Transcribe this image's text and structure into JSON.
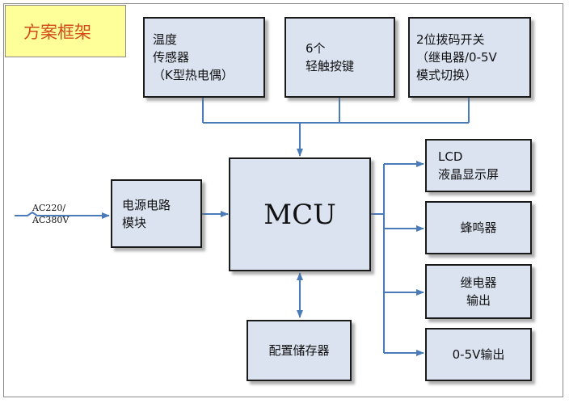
{
  "title": "方案框架",
  "input": {
    "line1": "AC220/",
    "line2": "AC380V"
  },
  "blocks": {
    "temp_sensor": {
      "line1": "温度",
      "line2": "传感器",
      "line3": "（K型热电偶）"
    },
    "keys": {
      "line1": "6个",
      "line2": "轻触按键"
    },
    "switch": {
      "line1": "2位拨码开关",
      "line2": "（继电器/0-5V",
      "line3": "模式切换）"
    },
    "power": {
      "line1": "电源电路",
      "line2": "模块"
    },
    "mcu": {
      "label": "MCU"
    },
    "memory": {
      "label": "配置储存器"
    },
    "lcd": {
      "line1": "LCD",
      "line2": "液晶显示屏"
    },
    "buzzer": {
      "label": "蜂鸣器"
    },
    "relay": {
      "line1": "继电器",
      "line2": "输出"
    },
    "analog_out": {
      "label": "0-5V输出"
    }
  },
  "colors": {
    "connector": "#4a7ab8",
    "box_fill": "#dbe3f1",
    "title_bg": "#ffff99",
    "title_text": "#d24a1a"
  }
}
